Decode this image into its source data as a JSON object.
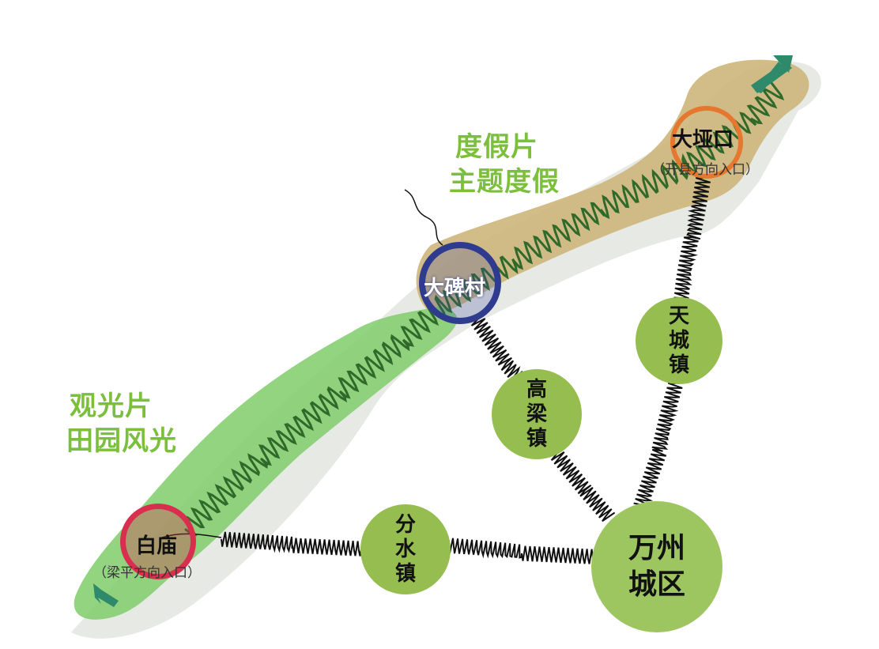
{
  "zones": {
    "resort": {
      "line1": "度假片",
      "line2": "主题度假",
      "color": "#7cbf3c"
    },
    "sightseeing": {
      "line1": "观光片",
      "line2": "田园风光",
      "color": "#7cbf3c"
    }
  },
  "nodes": {
    "dayakou": {
      "name": "大垭口",
      "note": "（开县方向入口）",
      "ring_color": "#e5772e"
    },
    "dabeicun": {
      "name": "大碑村",
      "ring_color": "#2f3b8f"
    },
    "baimiao": {
      "name": "白庙",
      "note": "（梁平方向入口）",
      "ring_color": "#d92f4f"
    },
    "tiancheng": {
      "name": [
        "天",
        "城",
        "镇"
      ]
    },
    "gaoliang": {
      "name": [
        "高",
        "梁",
        "镇"
      ]
    },
    "fenshui": {
      "name": [
        "分",
        "水",
        "镇"
      ]
    },
    "wanzhou": {
      "name": [
        "万州",
        "城区"
      ]
    }
  },
  "colors": {
    "resort_band": "#cdb57a",
    "sightseeing_band": "#7fcc6a",
    "route_wave": "#2f6a2a",
    "road_coil": "#111111",
    "town_fill": "#95bd4f",
    "arrow": "#2f8a6b"
  }
}
